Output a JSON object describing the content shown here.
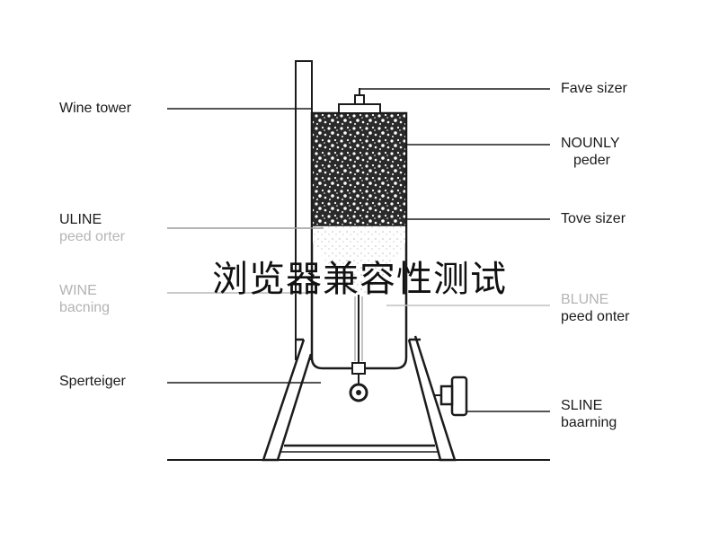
{
  "labels": {
    "wine_tower": "Wine tower",
    "uline_title": "ULINE",
    "uline_sub": "peed orter",
    "wine_bacning_title": "WINE",
    "wine_bacning_sub": "bacning",
    "sperteiger": "Sperteiger",
    "fave_sizer": "Fave sizer",
    "nounly_title": "NOUNLY",
    "nounly_sub": "peder",
    "tove_sizer": "Tove sizer",
    "blune_title": "BLUNE",
    "blune_sub": "peed onter",
    "sline_title": "SLINE",
    "sline_sub": "baarning"
  },
  "watermark": "浏览器兼容性测试",
  "colors": {
    "ink": "#1b1b1b",
    "faded": "#b3b3b3",
    "background": "#ffffff"
  }
}
